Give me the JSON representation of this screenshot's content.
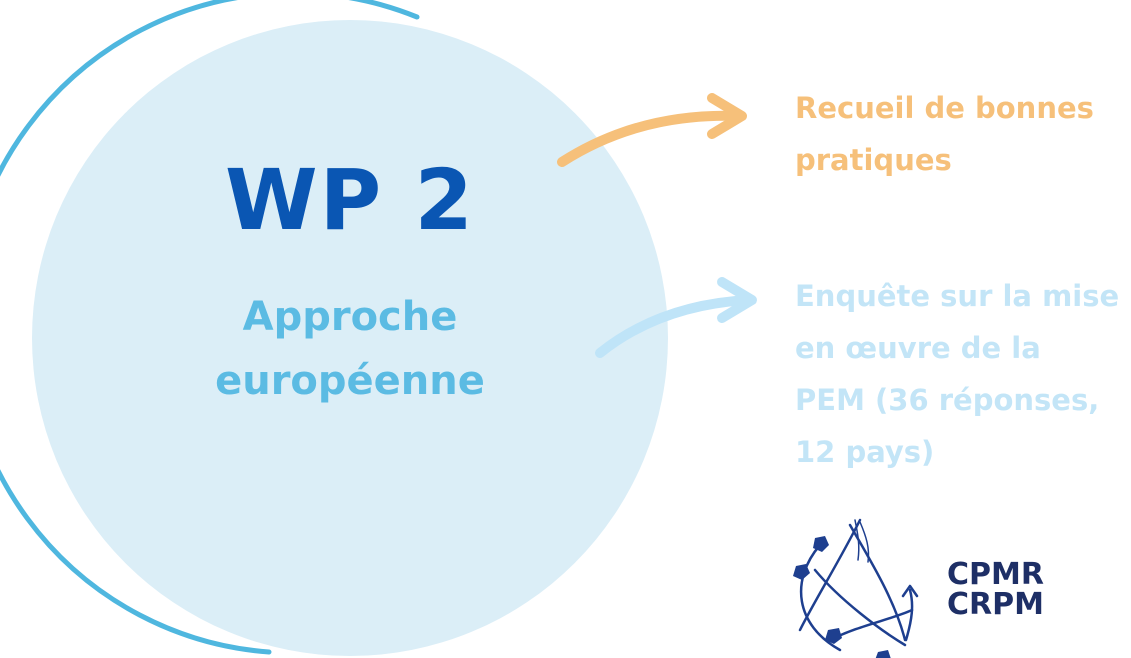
{
  "wp": {
    "title": "WP 2",
    "subtitle_lines": [
      "Approche",
      "européenne"
    ]
  },
  "items": [
    {
      "lines": [
        "Recueil de bonnes",
        "pratiques"
      ],
      "color": "#f6c07a",
      "arrow_icon": "arrow-right-icon"
    },
    {
      "lines": [
        "Enquête sur la mise",
        "en œuvre de la",
        "PEM (36 réponses,",
        "12 pays)"
      ],
      "color": "#c3e5f7",
      "arrow_icon": "arrow-right-icon"
    }
  ],
  "logo": {
    "lines": [
      "CPMR",
      "CRPM"
    ],
    "icon": "cpmr-network-icon"
  },
  "colors": {
    "circle_fill": "#dbeef7",
    "circle_outline": "#4fb7df",
    "title": "#0a56b3",
    "subtitle": "#5bbbe3",
    "logo": "#1e2f66"
  }
}
